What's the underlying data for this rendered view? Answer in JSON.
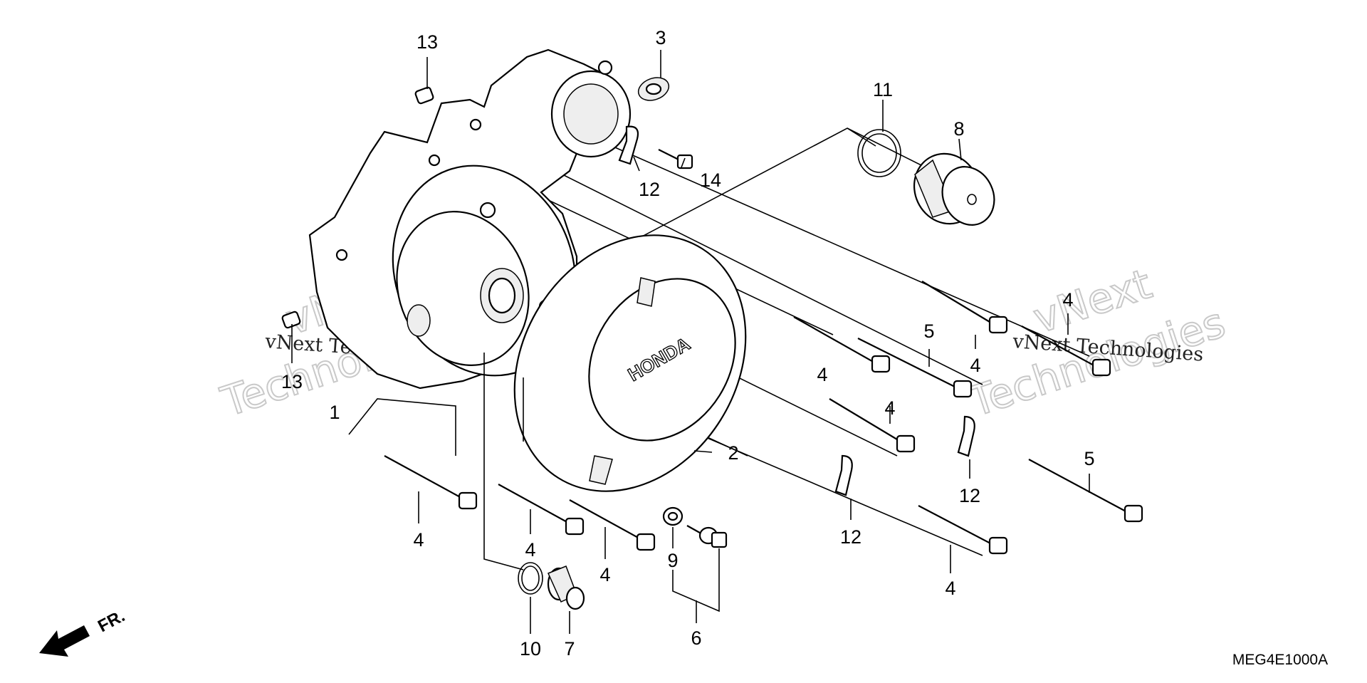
{
  "diagram": {
    "drawing_code": "MEG4E1000A",
    "front_marker": "FR.",
    "cover_brand": "HONDA",
    "watermark_line1": "vNext",
    "watermark_line2": "Technologies",
    "watermark_small": "vNext Technologies",
    "callouts": [
      "13",
      "3",
      "11",
      "8",
      "12",
      "14",
      "4",
      "5",
      "4",
      "13",
      "1",
      "4",
      "2",
      "4",
      "5",
      "12",
      "4",
      "4",
      "4",
      "9",
      "12",
      "4",
      "10",
      "7",
      "6"
    ]
  }
}
